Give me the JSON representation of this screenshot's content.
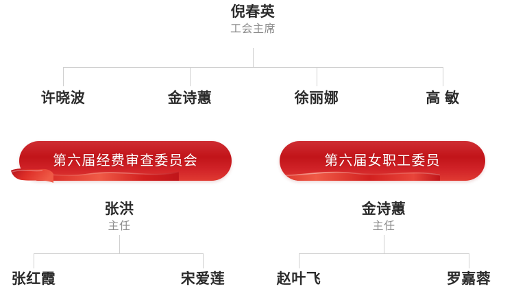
{
  "colors": {
    "banner_red": "#c9161c",
    "banner_red_light": "#e03a32",
    "name_text": "#2b2b2b",
    "title_text": "#8d8d8d",
    "connector_line": "#cfcfcf",
    "background": "#ffffff"
  },
  "org_chart": {
    "root": {
      "name": "倪春英",
      "title": "工会主席"
    },
    "level_two": [
      {
        "name": "许晓波"
      },
      {
        "name": "金诗蕙"
      },
      {
        "name": "徐丽娜"
      },
      {
        "name": "高 敏"
      }
    ],
    "committees": [
      {
        "banner_label": "第六届经费审查委员会",
        "head": {
          "name": "张洪",
          "title": "主任"
        },
        "members": [
          {
            "name": "张红霞"
          },
          {
            "name": "宋爱莲"
          }
        ]
      },
      {
        "banner_label": "第六届女职工委员",
        "head": {
          "name": "金诗蕙",
          "title": "主任"
        },
        "members": [
          {
            "name": "赵叶飞"
          },
          {
            "name": "罗嘉蓉"
          }
        ]
      }
    ]
  }
}
